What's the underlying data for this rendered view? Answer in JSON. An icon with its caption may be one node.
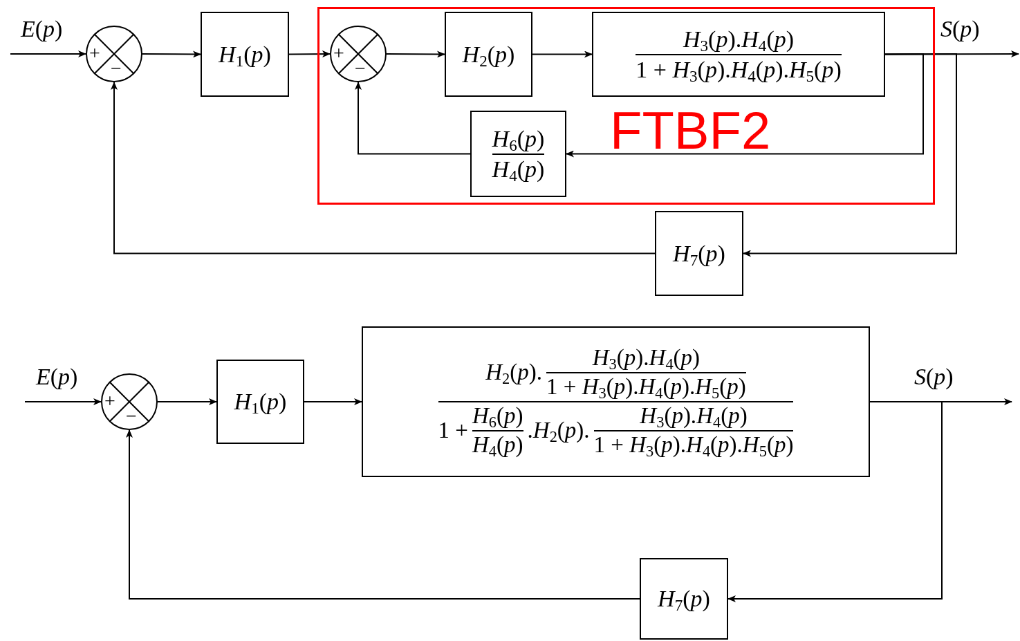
{
  "diagram": {
    "nodes": [
      {
        "text": [
          "+",
          "−"
        ]
      },
      {
        "text": [
          "*H*$_{1}$(*p*)"
        ]
      },
      {
        "text": [
          "FTBF2"
        ]
      },
      {
        "text": [
          "+",
          "−"
        ],
        "in": 2
      },
      {
        "text": [
          "*H*$_{2}$(*p*)"
        ],
        "in": 2
      },
      {
        "text": [
          "*H*$_{3}$(*p*).*H*$_{4}$(*p*)",
          "1 + *H*$_{3}$(*p*).*H*$_{4}$(*p*).*H*$_{5}$(*p*)"
        ],
        "in": 2
      },
      {
        "text": [
          "*H*$_{6}$(*p*)",
          "*H*$_{4}$(*p*)"
        ],
        "in": 2
      },
      {
        "text": [
          "*H*$_{7}$(*p*)"
        ]
      },
      {
        "text": [
          "+",
          "−"
        ]
      },
      {
        "text": [
          "*H*$_{1}$(*p*)"
        ]
      },
      {
        "text": [
          "*H*$_{2}$(*p*).",
          "*H*$_{3}$(*p*).*H*$_{4}$(*p*)",
          "1 + *H*$_{3}$(*p*).*H*$_{4}$(*p*).*H*$_{5}$(*p*)",
          "1 +",
          "*H*$_{6}$(*p*)",
          "*H*$_{4}$(*p*)",
          ".*H*$_{2}$(*p*).",
          "*H*$_{3}$(*p*).*H*$_{4}$(*p*)",
          "1 + *H*$_{3}$(*p*).*H*$_{4}$(*p*).*H*$_{5}$(*p*)"
        ]
      },
      {
        "text": [
          "*H*$_{7}$(*p*)"
        ]
      }
    ],
    "edges": [
      {
        "from": null,
        "to": 0,
        "arrow": "to"
      },
      {
        "from": 0,
        "to": 1,
        "arrow": "to"
      },
      {
        "from": 1,
        "to": 3,
        "arrow": "to"
      },
      {
        "from": 3,
        "to": 4,
        "arrow": "to"
      },
      {
        "from": 4,
        "to": 5,
        "arrow": "to"
      },
      {
        "from": 5,
        "to": null,
        "arrow": "to"
      },
      {
        "from": 5,
        "to": 6,
        "arrow": "to"
      },
      {
        "from": 6,
        "to": 3,
        "arrow": "to"
      },
      {
        "from": 5,
        "to": 7,
        "arrow": "to"
      },
      {
        "from": 7,
        "to": 0,
        "arrow": "to"
      },
      {
        "from": null,
        "to": 8,
        "arrow": "to"
      },
      {
        "from": 8,
        "to": 9,
        "arrow": "to"
      },
      {
        "from": 9,
        "to": 10,
        "arrow": "to"
      },
      {
        "from": 10,
        "to": null,
        "arrow": "to"
      },
      {
        "from": 10,
        "to": 11,
        "arrow": "to"
      },
      {
        "from": 11,
        "to": 8,
        "arrow": "to"
      }
    ],
    "labels": [
      "*E*(*p*)",
      "*S*(*p*)",
      "*E*(*p*)",
      "*S*(*p*)"
    ]
  }
}
